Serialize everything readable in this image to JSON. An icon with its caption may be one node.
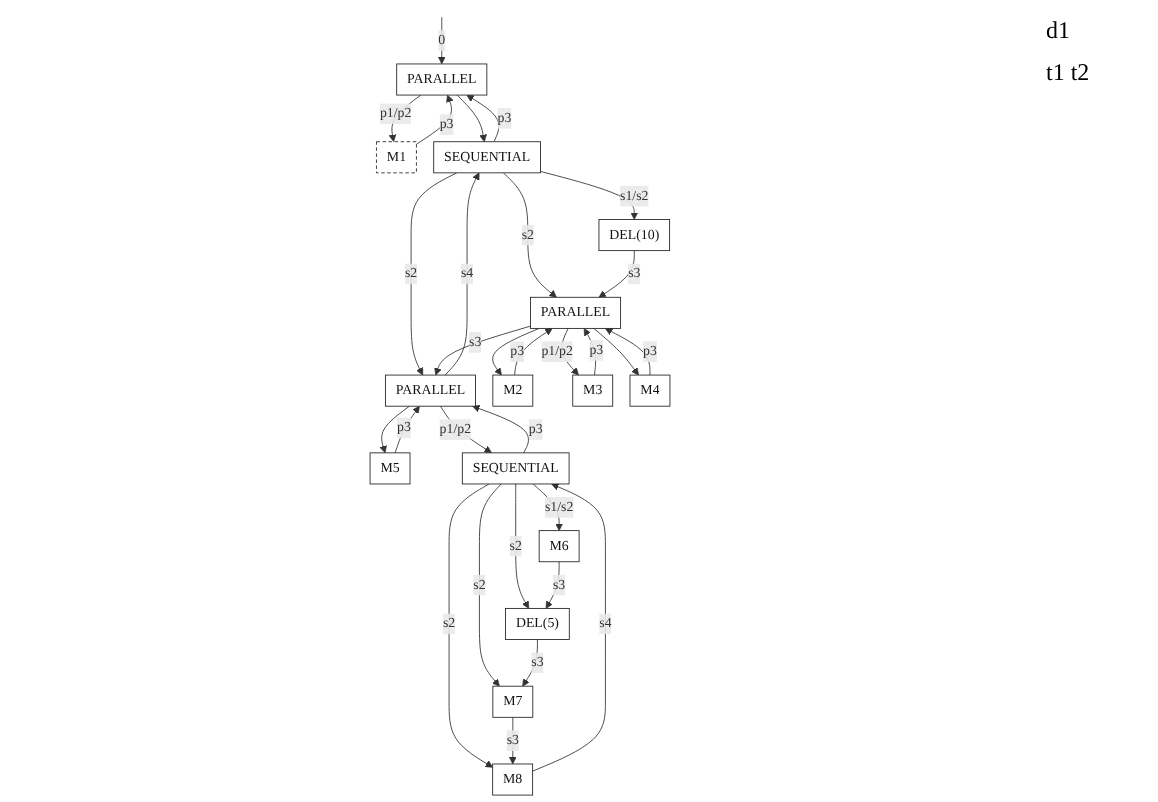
{
  "diagram": {
    "nodes": [
      {
        "text": [
          "PARALLEL"
        ]
      },
      {
        "text": [
          "M1"
        ]
      },
      {
        "text": [
          "SEQUENTIAL"
        ]
      },
      {
        "text": [
          "DEL(10)"
        ]
      },
      {
        "text": [
          "PARALLEL"
        ]
      },
      {
        "text": [
          "PARALLEL"
        ]
      },
      {
        "text": [
          "M2"
        ]
      },
      {
        "text": [
          "M3"
        ]
      },
      {
        "text": [
          "M4"
        ]
      },
      {
        "text": [
          "M5"
        ]
      },
      {
        "text": [
          "SEQUENTIAL"
        ]
      },
      {
        "text": [
          "M6"
        ]
      },
      {
        "text": [
          "DEL(5)"
        ]
      },
      {
        "text": [
          "M7"
        ]
      },
      {
        "text": [
          "M8"
        ]
      }
    ],
    "edges": [
      {
        "from": null,
        "to": 0,
        "arrow": "to",
        "label": "0"
      },
      {
        "from": 0,
        "to": 1,
        "arrow": "to",
        "label": "p1/p2"
      },
      {
        "from": 0,
        "to": 2,
        "arrow": "to"
      },
      {
        "from": 1,
        "to": 0,
        "arrow": "to",
        "label": "p3"
      },
      {
        "from": 2,
        "to": 0,
        "arrow": "to",
        "label": "p3"
      },
      {
        "from": 2,
        "to": 3,
        "arrow": "to",
        "label": "s1/s2"
      },
      {
        "from": 2,
        "to": 4,
        "arrow": "to",
        "label": "s2"
      },
      {
        "from": 2,
        "to": 5,
        "arrow": "to",
        "label": "s2"
      },
      {
        "from": 5,
        "to": 2,
        "arrow": "to",
        "label": "s4"
      },
      {
        "from": 3,
        "to": 4,
        "arrow": "to",
        "label": "s3"
      },
      {
        "from": 4,
        "to": 5,
        "arrow": "to",
        "label": "s3"
      },
      {
        "from": 4,
        "to": 6,
        "arrow": "to"
      },
      {
        "from": 4,
        "to": 7,
        "arrow": "to",
        "label": "p1/p2"
      },
      {
        "from": 4,
        "to": 8,
        "arrow": "to"
      },
      {
        "from": 6,
        "to": 4,
        "arrow": "to",
        "label": "p3"
      },
      {
        "from": 7,
        "to": 4,
        "arrow": "to",
        "label": "p3"
      },
      {
        "from": 8,
        "to": 4,
        "arrow": "to",
        "label": "p3"
      },
      {
        "from": 5,
        "to": 9,
        "arrow": "to"
      },
      {
        "from": 5,
        "to": 10,
        "arrow": "to",
        "label": "p1/p2"
      },
      {
        "from": 9,
        "to": 5,
        "arrow": "to",
        "label": "p3"
      },
      {
        "from": 10,
        "to": 5,
        "arrow": "to",
        "label": "p3"
      },
      {
        "from": 10,
        "to": 11,
        "arrow": "to",
        "label": "s1/s2"
      },
      {
        "from": 10,
        "to": 12,
        "arrow": "to",
        "label": "s2"
      },
      {
        "from": 10,
        "to": 13,
        "arrow": "to",
        "label": "s2"
      },
      {
        "from": 10,
        "to": 14,
        "arrow": "to",
        "label": "s2"
      },
      {
        "from": 14,
        "to": 10,
        "arrow": "to",
        "label": "s4"
      },
      {
        "from": 11,
        "to": 12,
        "arrow": "to",
        "label": "s3"
      },
      {
        "from": 12,
        "to": 13,
        "arrow": "to",
        "label": "s3"
      },
      {
        "from": 13,
        "to": 14,
        "arrow": "to",
        "label": "s3"
      }
    ],
    "labels": [
      "d1",
      "t1 t2"
    ]
  }
}
